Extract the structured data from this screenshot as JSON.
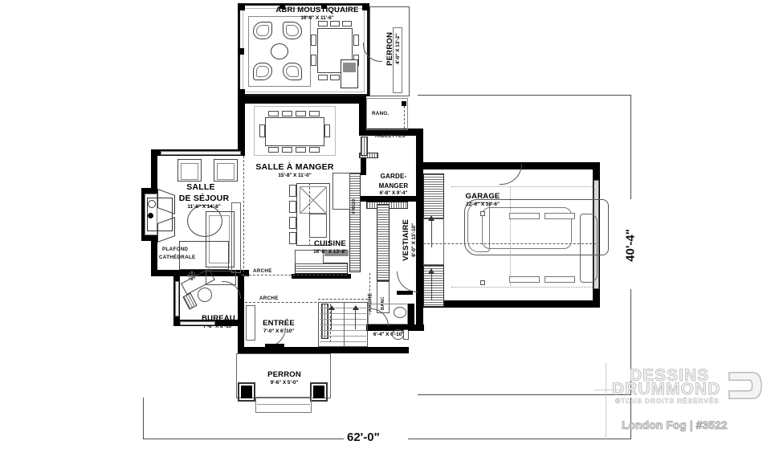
{
  "plan": {
    "title": "London Fog | #3522",
    "overall_width_label": "62'-0\"",
    "overall_depth_label": "40'-4\""
  },
  "rooms": [
    {
      "key": "abri",
      "name": "ABRI MOUSTIQUAIRE",
      "dims": "16'-0\" X 11'-6\""
    },
    {
      "key": "perron_top",
      "name": "PERRON",
      "dims": "4'-0\" X 13'-2\""
    },
    {
      "key": "salle_manger",
      "name": "SALLE À MANGER",
      "dims": "15'-8\" X 11'-0\""
    },
    {
      "key": "salle1",
      "name": "SALLE",
      "dims": ""
    },
    {
      "key": "sejour",
      "name": "DE SÉJOUR",
      "dims": "11'-6\" X 14'-8\""
    },
    {
      "key": "cuisine",
      "name": "CUISINE",
      "dims": "16'-8\" X 13'-8\""
    },
    {
      "key": "garde",
      "name": "GARDE-",
      "dims": ""
    },
    {
      "key": "manger2",
      "name": "MANGER",
      "dims": "6'-8\" X 9'-4\""
    },
    {
      "key": "vestiaire",
      "name": "VESTIAIRE",
      "dims": "6'-0\" X 13'-10\""
    },
    {
      "key": "garage",
      "name": "GARAGE",
      "dims": "22'-6\" X 19'-6\""
    },
    {
      "key": "bureau",
      "name": "BUREAU",
      "dims": "7'-8\" X 8'-10\""
    },
    {
      "key": "entree",
      "name": "ENTRÉE",
      "dims": "7'-0\" X 6'-10\""
    },
    {
      "key": "perron_bot",
      "name": "PERRON",
      "dims": "9'-6\" X 5'-0\""
    },
    {
      "key": "bath",
      "name": "",
      "dims": "6'-4\" X 6'-10\""
    }
  ],
  "annotations": {
    "rang": "RANG.",
    "tablettes": "TABLETTES",
    "plafond": "PLAFOND",
    "cathedrale": "CATHÉDRALE",
    "arche1": "ARCHE",
    "arche2": "ARCHE",
    "arche3": "ARCHE",
    "banc": "BANC",
    "frigo": "FRIGO"
  },
  "branding": {
    "line1": "DESSINS",
    "line2": "DRUMMOND",
    "copyright": "©TOUS DROITS RÉSERVÉS",
    "model": "London Fog | #3522"
  },
  "colors": {
    "wall": "#000000",
    "paper": "#ffffff",
    "hatch": "#6e6e6e",
    "dimension": "#4d4d4d",
    "watermark": "#f2f2f2"
  }
}
